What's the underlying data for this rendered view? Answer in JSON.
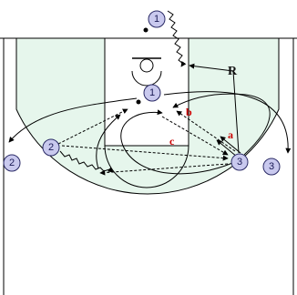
{
  "colors": {
    "three_point_zone": "#e6f6ec",
    "paint": "#ffffff",
    "player_fill": "#c9c9ee",
    "label_red": "#cc0000"
  },
  "players": [
    {
      "id": "top-1",
      "number": "1"
    },
    {
      "id": "post-1",
      "number": "1"
    },
    {
      "id": "left-2",
      "number": "2"
    },
    {
      "id": "corner-2",
      "number": "2"
    },
    {
      "id": "right-3",
      "number": "3"
    },
    {
      "id": "corner-3",
      "number": "3"
    }
  ],
  "labels": {
    "r": "R",
    "a": "a",
    "b": "b",
    "c": "c"
  }
}
